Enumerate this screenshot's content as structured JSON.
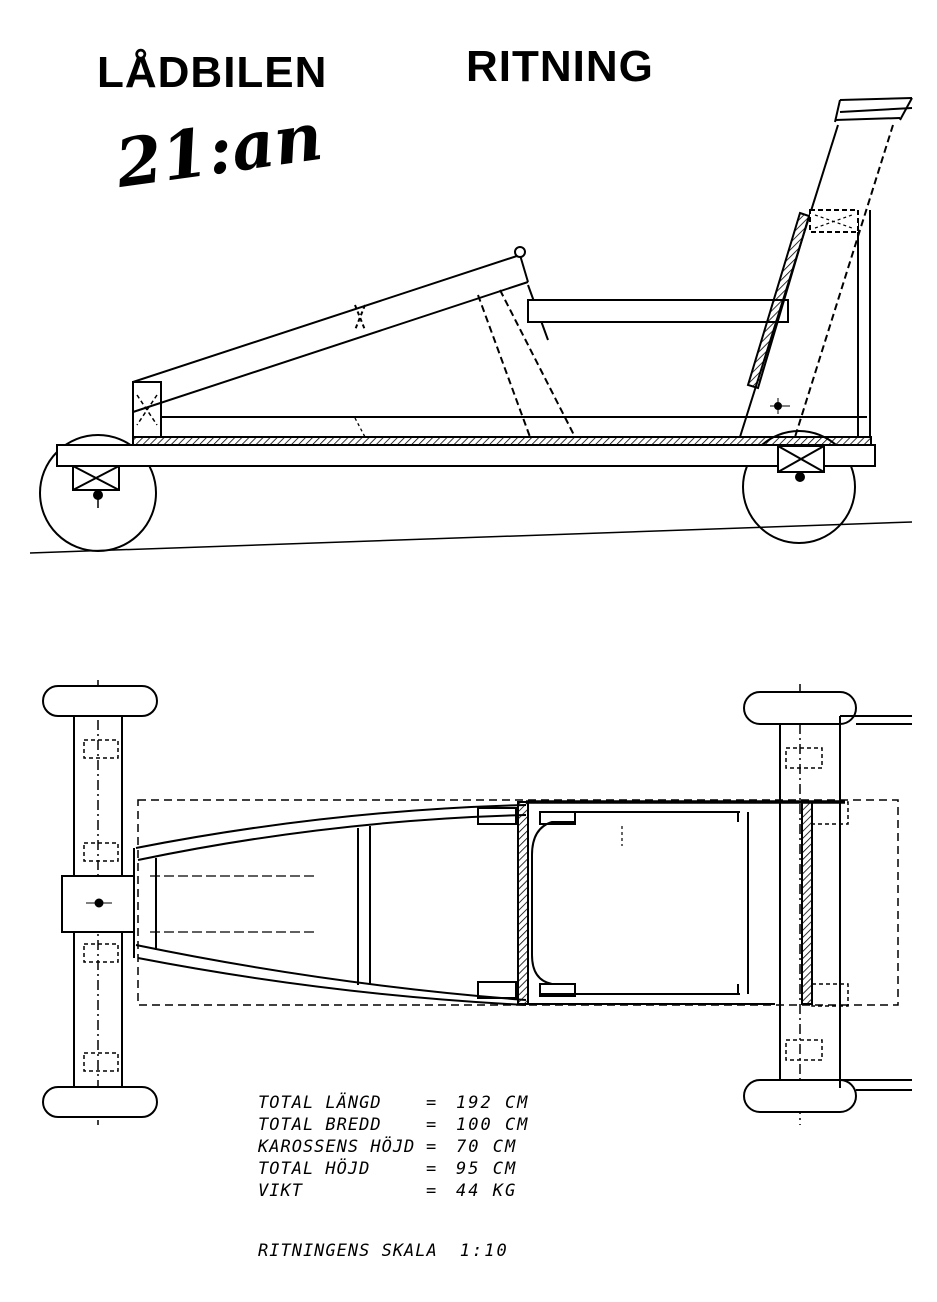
{
  "header": {
    "title_left": "LÅDBILEN",
    "title_right": "RITNING",
    "subtitle": "21:an"
  },
  "specs": [
    {
      "label": "TOTAL LÄNGD",
      "eq": "=",
      "value": "192 CM"
    },
    {
      "label": "TOTAL BREDD",
      "eq": "=",
      "value": "100 CM"
    },
    {
      "label": "KAROSSENS HÖJD",
      "eq": "=",
      "value": "70 CM"
    },
    {
      "label": "TOTAL HÖJD",
      "eq": "=",
      "value": "95 CM"
    },
    {
      "label": "VIKT",
      "eq": "=",
      "value": "44 KG"
    }
  ],
  "scale": {
    "label": "RITNINGENS SKALA",
    "value": "1:10"
  },
  "colors": {
    "ink": "#000000",
    "paper": "#ffffff"
  }
}
